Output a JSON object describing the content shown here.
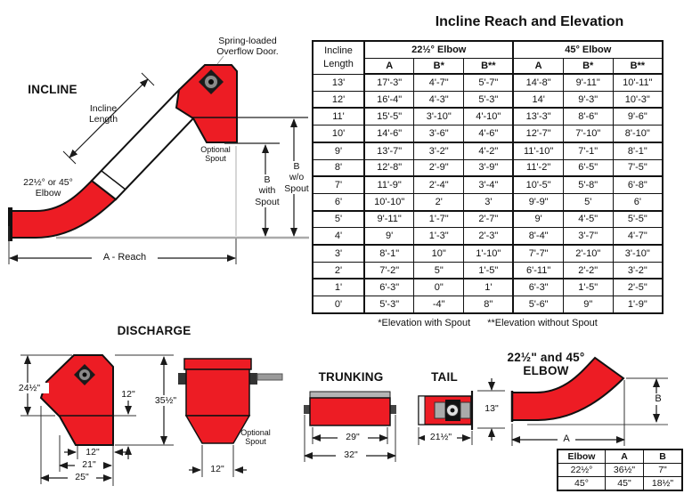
{
  "colors": {
    "red": "#ED1C24",
    "gray_strip": "#b5b5b5",
    "ground": "#aaaaaa"
  },
  "incline": {
    "title": "INCLINE",
    "labels": {
      "overflow_door": "Spring-loaded\nOverflow Door.",
      "incline_length": "Incline\nLength",
      "optional_spout": "Optional\nSpout",
      "elbow_label": "22½° or 45°\nElbow",
      "b_with": "B\nwith\nSpout",
      "b_wo": "B\nw/o\nSpout",
      "a_reach": "A - Reach"
    }
  },
  "table": {
    "title": "Incline Reach and Elevation",
    "col_groups": [
      "22½° Elbow",
      "45° Elbow"
    ],
    "header": {
      "incline_length": "Incline\nLength",
      "sub": [
        "A",
        "B*",
        "B**",
        "A",
        "B*",
        "B**"
      ]
    },
    "rows": [
      [
        "13'",
        "17'-3\"",
        "4'-7\"",
        "5'-7\"",
        "14'-8\"",
        "9'-11\"",
        "10'-11\""
      ],
      [
        "12'",
        "16'-4\"",
        "4'-3\"",
        "5'-3\"",
        "14'",
        "9'-3\"",
        "10'-3\""
      ],
      [
        "11'",
        "15'-5\"",
        "3'-10\"",
        "4'-10\"",
        "13'-3\"",
        "8'-6\"",
        "9'-6\""
      ],
      [
        "10'",
        "14'-6\"",
        "3'-6\"",
        "4'-6\"",
        "12'-7\"",
        "7'-10\"",
        "8'-10\""
      ],
      [
        "9'",
        "13'-7\"",
        "3'-2\"",
        "4'-2\"",
        "11'-10\"",
        "7'-1\"",
        "8'-1\""
      ],
      [
        "8'",
        "12'-8\"",
        "2'-9\"",
        "3'-9\"",
        "11'-2\"",
        "6'-5\"",
        "7'-5\""
      ],
      [
        "7'",
        "11'-9\"",
        "2'-4\"",
        "3'-4\"",
        "10'-5\"",
        "5'-8\"",
        "6'-8\""
      ],
      [
        "6'",
        "10'-10\"",
        "2'",
        "3'",
        "9'-9\"",
        "5'",
        "6'"
      ],
      [
        "5'",
        "9'-11\"",
        "1'-7\"",
        "2'-7\"",
        "9'",
        "4'-5\"",
        "5'-5\""
      ],
      [
        "4'",
        "9'",
        "1'-3\"",
        "2'-3\"",
        "8'-4\"",
        "3'-7\"",
        "4'-7\""
      ],
      [
        "3'",
        "8'-1\"",
        "10\"",
        "1'-10\"",
        "7'-7\"",
        "2'-10\"",
        "3'-10\""
      ],
      [
        "2'",
        "7'-2\"",
        "5\"",
        "1'-5\"",
        "6'-11\"",
        "2'-2\"",
        "3'-2\""
      ],
      [
        "1'",
        "6'-3\"",
        "0\"",
        "1'",
        "6'-3\"",
        "1'-5\"",
        "2'-5\""
      ],
      [
        "0'",
        "5'-3\"",
        "-4\"",
        "8\"",
        "5'-6\"",
        "9\"",
        "1'-9\""
      ]
    ],
    "footnote1": "*Elevation with Spout",
    "footnote2": "**Elevation without Spout"
  },
  "discharge": {
    "title": "DISCHARGE",
    "view1": {
      "h_left": "24½\"",
      "h_inner": "12\"",
      "h_right": "35½\"",
      "w1": "12\"",
      "w2": "21\"",
      "w3": "25\""
    },
    "view2": {
      "optional_spout": "Optional\nSpout",
      "w": "12\""
    }
  },
  "trunking": {
    "title": "TRUNKING",
    "d_inner": "29\"",
    "d_outer": "32\""
  },
  "tail": {
    "title": "TAIL",
    "d_height": "13\"",
    "d_length": "21½\""
  },
  "elbow": {
    "title": "22½\" and 45°\nELBOW",
    "dim_a": "A",
    "dim_b": "B",
    "table": {
      "headers": [
        "Elbow",
        "A",
        "B"
      ],
      "rows": [
        [
          "22½°",
          "36½\"",
          "7\""
        ],
        [
          "45°",
          "45\"",
          "18½\""
        ]
      ]
    }
  }
}
